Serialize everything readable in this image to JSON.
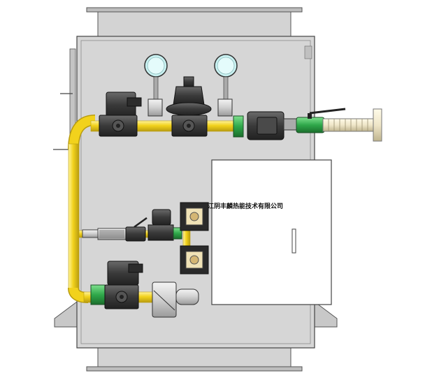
{
  "cabinet": {
    "company_label": "江阴丰麟热能技术有限公司"
  },
  "colors": {
    "pipe": "#f2d21c",
    "pipe_edge": "#b89c10",
    "panel": "#d6d6d6",
    "frame": "#bfbfbf",
    "valve_dark": "#3a3a3a",
    "ball_valve": "#2fa84a",
    "gauge_face": "#c8f0f0",
    "bellows": "#efe6c8",
    "control_box": "#ffffff"
  },
  "components": [
    "solenoid-valve-top",
    "pressure-regulator",
    "pressure-gauge-left",
    "pressure-gauge-right",
    "filter",
    "inlet-ball-valve",
    "inlet-bellows",
    "control-box",
    "vent-ball-valve",
    "pressure-switch",
    "solenoid-valve-bottom",
    "flow-meter"
  ]
}
